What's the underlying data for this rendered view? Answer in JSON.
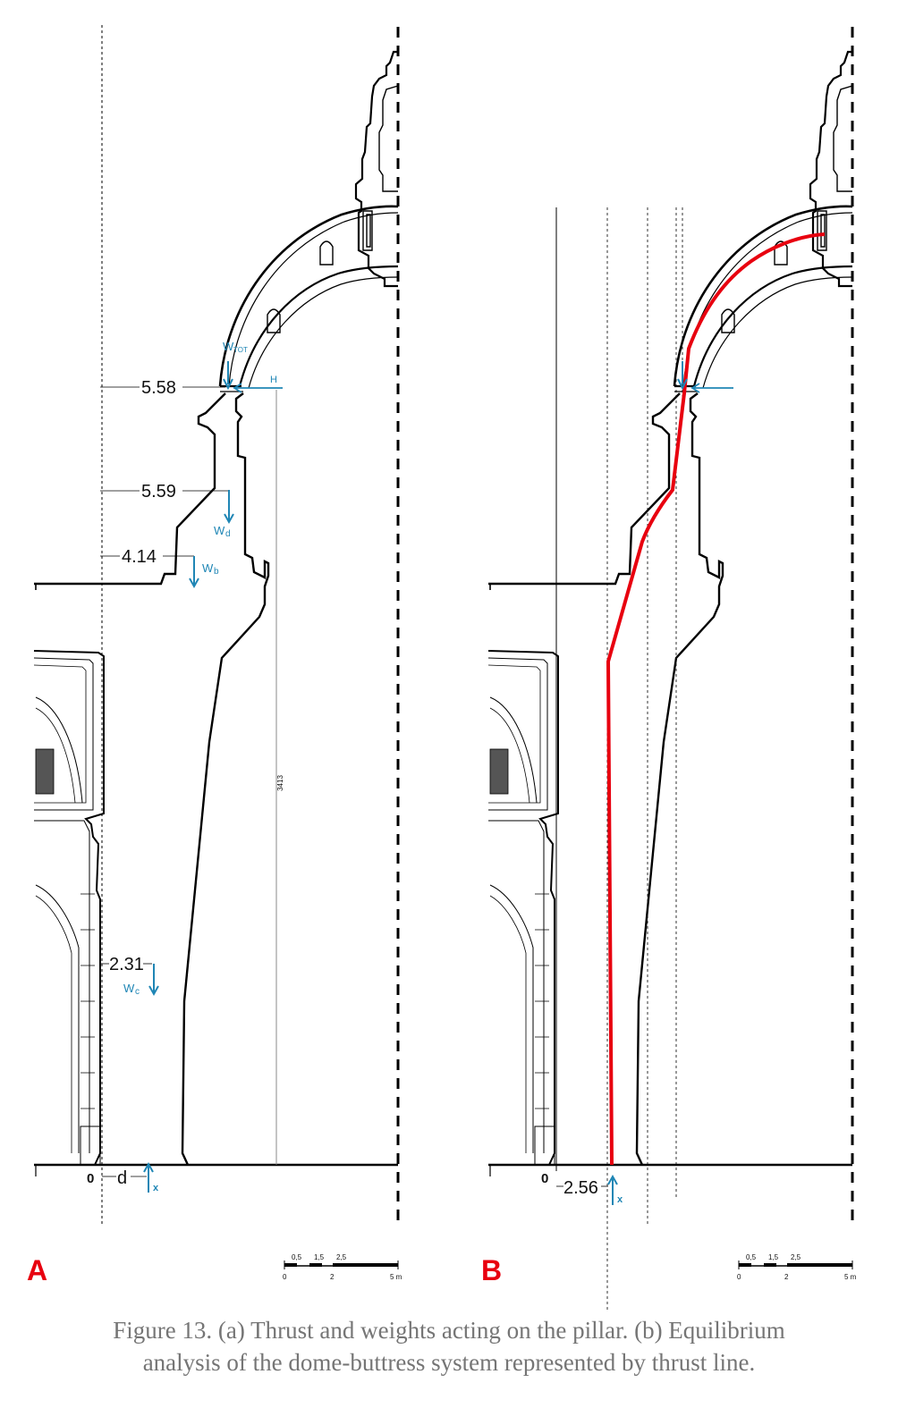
{
  "panels": {
    "a": {
      "label": "A",
      "dimensions": {
        "wtot_level": "5.58",
        "wd_level": "5.59",
        "wb_level": "4.14",
        "wc_level": "2.31",
        "base_zero": "0",
        "base_d": "d",
        "height": "3413"
      },
      "forces": {
        "wtot_main": "W",
        "wtot_sub": "TOT",
        "h": "H",
        "wd_main": "W",
        "wd_sub": "d",
        "wb_main": "W",
        "wb_sub": "b",
        "wc_main": "W",
        "wc_sub": "c",
        "x": "x"
      }
    },
    "b": {
      "label": "B",
      "dimensions": {
        "base_zero": "0",
        "offset": "2.56"
      },
      "forces": {
        "x": "x"
      }
    }
  },
  "scale_bar": {
    "top_ticks": [
      "0,5",
      "1,5",
      "2,5"
    ],
    "bottom_ticks": [
      "0",
      "2",
      "5 m"
    ]
  },
  "colors": {
    "thrust_line": "#e8000f",
    "force_arrows": "#1f86b5",
    "panel_labels": "#e8000f",
    "caption": "#757575"
  },
  "caption": {
    "line1": "Figure 13. (a) Thrust and weights acting on the pillar. (b) Equilibrium",
    "line2": "analysis of the dome-buttress system represented by thrust line."
  }
}
